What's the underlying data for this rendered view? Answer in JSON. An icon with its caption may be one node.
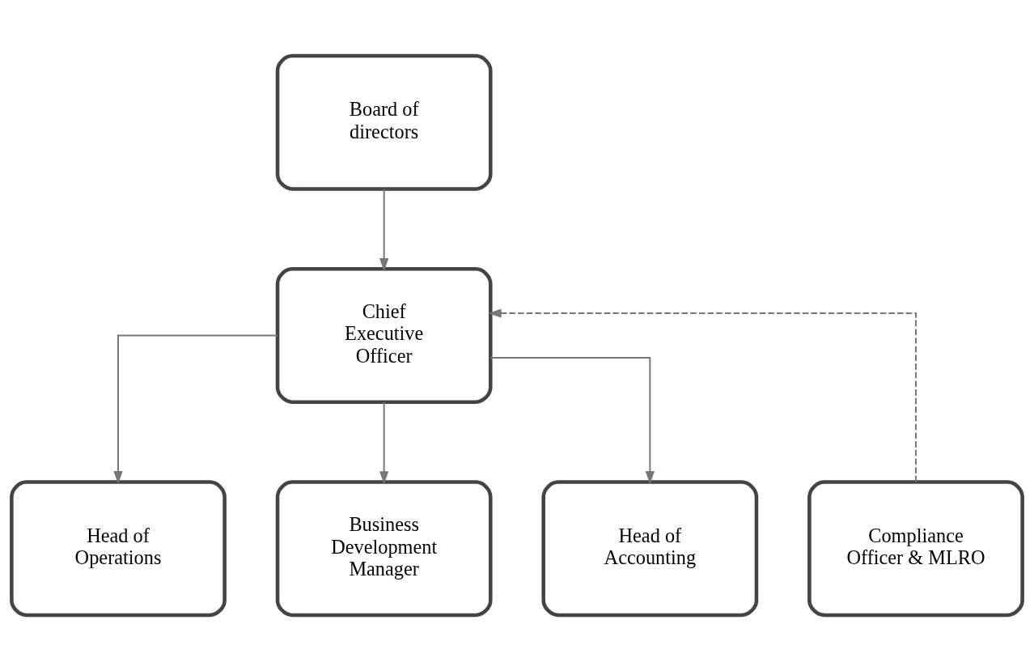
{
  "diagram": {
    "nodes": [
      {
        "text": [
          "Board of directors"
        ]
      },
      {
        "text": [
          "Chief Executive Officer"
        ]
      },
      {
        "text": [
          "Head of Operations"
        ]
      },
      {
        "text": [
          "Business Development Manager"
        ]
      },
      {
        "text": [
          "Head of Accounting"
        ]
      },
      {
        "text": [
          "Compliance Officer & MLRO"
        ]
      }
    ],
    "edges": [
      {
        "from": 0,
        "to": 1,
        "arrow": "to"
      },
      {
        "from": 1,
        "to": 2,
        "arrow": "to"
      },
      {
        "from": 1,
        "to": 3,
        "arrow": "to"
      },
      {
        "from": 1,
        "to": 4,
        "arrow": "to"
      },
      {
        "from": 5,
        "to": 1,
        "arrow": "to",
        "style": "dashed"
      }
    ]
  }
}
